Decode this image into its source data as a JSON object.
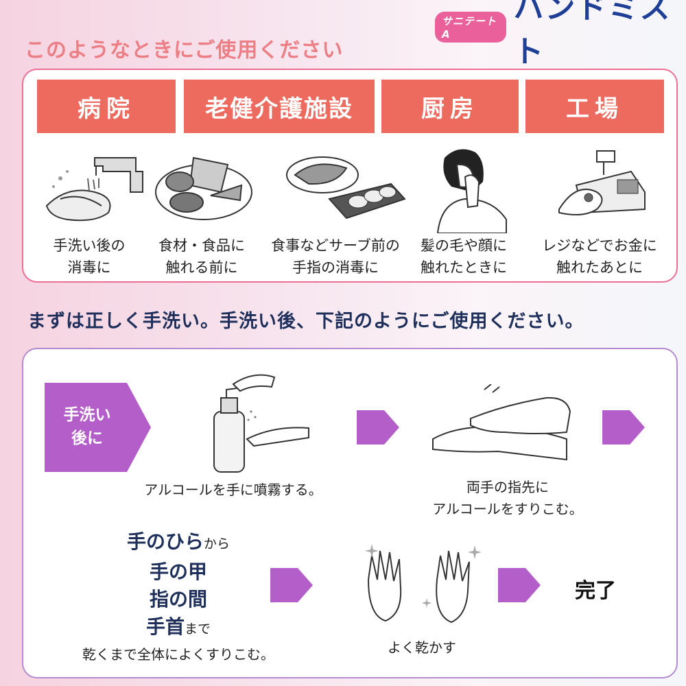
{
  "header": {
    "heading": "このようなときにご使用ください",
    "brand_badge": "サニテートA",
    "brand_name": "ハンドミスト"
  },
  "places": [
    {
      "label": "病院"
    },
    {
      "label": "老健介護施設"
    },
    {
      "label": "厨房"
    },
    {
      "label": "工場"
    }
  ],
  "occasions": [
    {
      "line1": "手洗い後の",
      "line2": "消毒に"
    },
    {
      "line1": "食材・食品に",
      "line2": "触れる前に"
    },
    {
      "line1": "食事などサーブ前の",
      "line2": "手指の消毒に"
    },
    {
      "line1": "髪の毛や顔に",
      "line2": "触れたときに"
    },
    {
      "line1": "レジなどでお金に",
      "line2": "触れたあとに"
    }
  ],
  "instruction_heading": "まずは正しく手洗い。手洗い後、下記のようにご使用ください。",
  "steps": {
    "start_line1": "手洗い",
    "start_line2": "後に",
    "spray": "アルコールを手に噴霧する。",
    "fingertips_line1": "両手の指先に",
    "fingertips_line2": "アルコールをすりこむ。",
    "rub": {
      "palm": "手のひら",
      "from": "から",
      "back": "手の甲",
      "between": "指の間",
      "wrist": "手首",
      "until": "まで",
      "last": "乾くまで全体によくすりこむ。"
    },
    "dry": "よく乾かす",
    "done": "完了"
  },
  "colors": {
    "tab": "#ec6a5e",
    "heading_pink": "#ec7f86",
    "brand_blue": "#1f3f96",
    "arrow_purple": "#b35ec9",
    "navy": "#1e2f5b"
  }
}
